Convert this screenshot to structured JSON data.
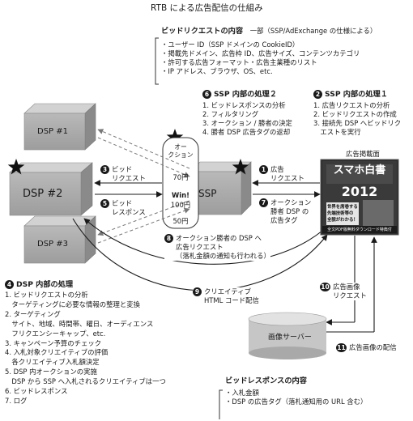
{
  "title": "RTB による広告配信の仕組み",
  "bid_request_contents": {
    "heading": "ビッドリクエストの内容",
    "note": "一部（SSP/AdExchange の仕様による）",
    "items": [
      "・ユーザー ID（SSP ドメインの CookieID）",
      "・掲載先ドメイン、広告枠 ID、広告サイズ、コンテンツカテゴリ",
      "・許可する広告フォーマット・広告主業種のリスト",
      "・IP アドレス、ブラウザ、OS、etc."
    ]
  },
  "ssp_process2": {
    "num": "6",
    "heading": "SSP 内部の処理２",
    "items": [
      "1. ビッドレスポンスの分析",
      "2. フィルタリング",
      "3. オークション / 勝者の決定",
      "4. 勝者 DSP 広告タグの返却"
    ]
  },
  "ssp_process1": {
    "num": "2",
    "heading": "SSP 内部の処理１",
    "items": [
      "1. 広告リクエストの分析",
      "2. ビッドリクエストの作成",
      "3. 接続先 DSP へビッドリク",
      "　エストを実行"
    ]
  },
  "nodes": {
    "dsp1": "DSP #1",
    "dsp2": "DSP #2",
    "dsp3": "DSP #3",
    "ssp": "SSP",
    "ad_page_label": "広告掲載面",
    "image_server": "画像サーバー"
  },
  "auction": {
    "label_line1": "オー",
    "label_line2": "クション",
    "bid1": "70円",
    "win": "Win!",
    "bid2": "100円",
    "bid3": "50円"
  },
  "magazine": {
    "title": "スマホ白書",
    "year": "2012",
    "headline_lines": [
      "世界を席巻する",
      "先端技術等の",
      "全貌がわかる！"
    ],
    "footer": "全文PDF版無料ダウンロード特典付"
  },
  "steps": {
    "s1": {
      "num": "1",
      "lines": [
        "広告",
        "リクエスト"
      ]
    },
    "s3": {
      "num": "3",
      "lines": [
        "ビッド",
        "リクエスト"
      ]
    },
    "s5": {
      "num": "5",
      "lines": [
        "ビッド",
        "レスポンス"
      ]
    },
    "s7": {
      "num": "7",
      "lines": [
        "オークション",
        "勝者 DSP の",
        "広告タグ"
      ]
    },
    "s8": {
      "num": "8",
      "lines": [
        "オークション勝者の DSP へ",
        "広告リクエスト",
        "（落札金額の通知も行われる）"
      ]
    },
    "s9": {
      "num": "9",
      "lines": [
        "クリエイティブ",
        "HTML コード配信"
      ]
    },
    "s10": {
      "num": "10",
      "lines": [
        "広告画像",
        "リクエスト"
      ]
    },
    "s11": {
      "num": "11",
      "lines": [
        "広告画像の配信"
      ]
    }
  },
  "dsp_process": {
    "num": "4",
    "heading": "DSP 内部の処理",
    "items": [
      "1. ビッドリクエストの分析",
      "　ターゲティングに必要な情報の整理と変換",
      "2. ターゲティング",
      "　サイト、地域、時間帯、曜日、オーディエンス",
      "　フリクエンシーキャップ、etc.",
      "3. キャンペーン予算のチェック",
      "4. 入札対象クリエイティブの評価",
      "　各クリエイティブ入札額決定",
      "5. DSP 内オークションの実施",
      "　DSP から SSP へ入札されるクリエイティブは一つ",
      "6. ビッドレスポンス",
      "7. ログ"
    ]
  },
  "bid_response_contents": {
    "heading": "ビッドレスポンスの内容",
    "items": [
      "・入札金額",
      "・DSP の広告タグ（落札通知用の URL 含む）"
    ]
  }
}
